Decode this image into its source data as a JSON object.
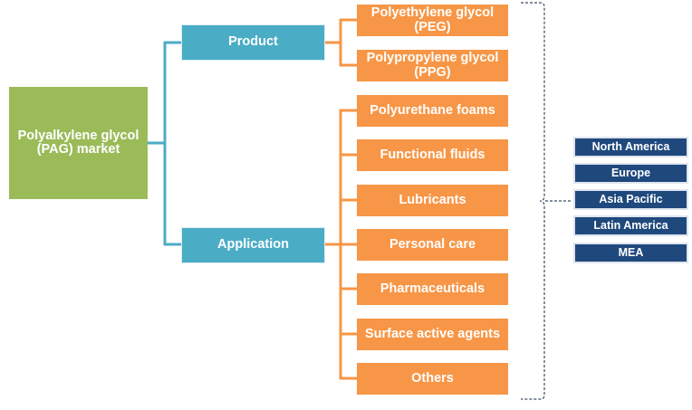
{
  "colors": {
    "root": "#9BBB59",
    "category": "#4BACC6",
    "subcategory": "#F79646",
    "region": "#1F497D",
    "bracket": "#3b4a63"
  },
  "root": {
    "label": "Polyalkylene glycol (PAG) market"
  },
  "categories": [
    {
      "label": "Product",
      "items": [
        "Polyethylene glycol (PEG)",
        "Polypropylene glycol (PPG)"
      ]
    },
    {
      "label": "Application",
      "items": [
        "Polyurethane foams",
        "Functional fluids",
        "Lubricants",
        "Personal care",
        "Pharmaceuticals",
        "Surface active agents",
        "Others"
      ]
    }
  ],
  "regions": [
    "North America",
    "Europe",
    "Asia Pacific",
    "Latin America",
    "MEA"
  ]
}
